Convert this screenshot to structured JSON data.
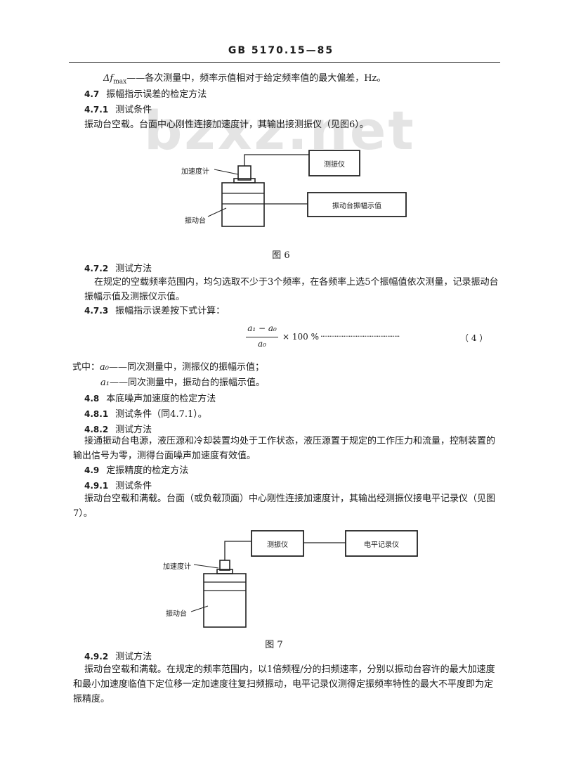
{
  "header": "GB 5170.15—85",
  "watermark": "bzxz.net",
  "line_deltaf": {
    "symbol": "Δf",
    "sub": "max",
    "text": "——各次测量中，频率示值相对于给定频率值的最大偏差，Hz。"
  },
  "s4_7": {
    "num": "4.7",
    "title": "振幅指示误差的检定方法"
  },
  "s4_7_1": {
    "num": "4.7.1",
    "title": "测试条件"
  },
  "p4_7_1": "振动台空载。台面中心刚性连接加速度计，其输出接测振仪（见图6）。",
  "fig6": {
    "caption": "图 6",
    "accel_label": "加速度计",
    "table_label": "振动台",
    "box1": "测振仪",
    "box2": "振动台振幅示值"
  },
  "s4_7_2": {
    "num": "4.7.2",
    "title": "测试方法"
  },
  "p4_7_2": "在规定的空载频率范围内，均匀选取不少于3个频率，在各频率上选5个振幅值依次测量，记录振动台振幅示值及测振仪示值。",
  "s4_7_3": {
    "num": "4.7.3",
    "title": "振幅指示误差按下式计算："
  },
  "formula": {
    "numerator": "a₁ − a₀",
    "denominator": "a₀",
    "rest": "× 100 %",
    "dots": "·············································",
    "number": "（ 4 ）"
  },
  "where": {
    "prefix": "式中：",
    "a0_sym": "a₀",
    "a0_text": "——同次测量中，测振仪的振幅示值；",
    "a1_sym": "a₁",
    "a1_text": "——同次测量中，振动台的振幅示值。"
  },
  "s4_8": {
    "num": "4.8",
    "title": "本底噪声加速度的检定方法"
  },
  "s4_8_1": {
    "num": "4.8.1",
    "title": "测试条件（同4.7.1）。"
  },
  "s4_8_2": {
    "num": "4.8.2",
    "title": "测试方法"
  },
  "p4_8_2": "接通振动台电源，液压源和冷却装置均处于工作状态，液压源置于规定的工作压力和流量，控制装置的输出信号为零，测得台面噪声加速度有效值。",
  "s4_9": {
    "num": "4.9",
    "title": "定振精度的检定方法"
  },
  "s4_9_1": {
    "num": "4.9.1",
    "title": "测试条件"
  },
  "p4_9_1": "振动台空载和满载。台面（或负载顶面）中心刚性连接加速度计，其输出经测振仪接电平记录仪（见图7）。",
  "fig7": {
    "caption": "图 7",
    "accel_label": "加速度计",
    "table_label": "振动台",
    "box1": "测振仪",
    "box2": "电平记录仪"
  },
  "s4_9_2": {
    "num": "4.9.2",
    "title": "测试方法"
  },
  "p4_9_2": "振动台空载和满载。在规定的频率范围内，以1倍频程/分的扫频速率，分别以振动台容许的最大加速度和最小加速度临值下定位移一定加速度往复扫频振动，电平记录仪测得定振频率特性的最大不平度即为定振精度。"
}
